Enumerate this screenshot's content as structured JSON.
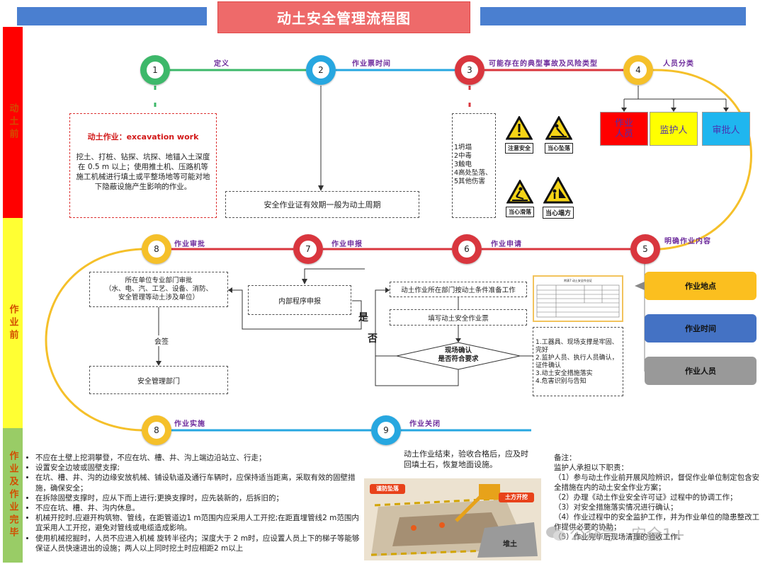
{
  "title": "动土安全管理流程图",
  "phases": {
    "start": "动土前",
    "before": "作业前",
    "during_after": "作业及作业完毕"
  },
  "nodes": {
    "n1": "1",
    "n2": "2",
    "n3": "3",
    "n4": "4",
    "n5": "5",
    "n6": "6",
    "n7": "7",
    "n8a": "8",
    "n8b": "8",
    "n9": "9"
  },
  "step_labels": {
    "define": "定义",
    "permit_time": "作业票时间",
    "risk_types": "可能存在的典型事故及风险类型",
    "personnel": "人员分类",
    "clarify": "明确作业内容",
    "apply": "作业申请",
    "declare": "作业申报",
    "approve": "作业审批",
    "implement": "作业实施",
    "close": "作业关闭"
  },
  "definition": {
    "heading": "动土作业：excavation work",
    "body": "挖土、打桩、钻探、坑探、地锚入土深度在 0.5 m 以上；使用推土机、压路机等施工机械进行填土或平整场地等可能对地下隐蔽设施产生影响的作业。"
  },
  "permit_validity": "安全作业证有效期一般为动土周期",
  "risks": [
    "1坍塌",
    "2中毒",
    "3触电",
    "4高处坠落、",
    "5其他伤害"
  ],
  "signs": {
    "s1": "注意安全",
    "s2": "当心坠落",
    "s3": "当心滑落",
    "s4": "当心塌方"
  },
  "roles": {
    "worker": "作业人员",
    "guardian": "监护人",
    "approver": "审批人"
  },
  "side_tags": {
    "location": "作业地点",
    "time": "作业时间",
    "people": "作业人员"
  },
  "form_title": "附表7  动土安全作业证",
  "flow": {
    "dept_prepare": "动土作业所在部门按动土条件准备工作",
    "fill_ticket": "填写动土安全作业票",
    "decision": "现场确认\n是否符合要求",
    "yes": "是",
    "no": "否",
    "internal": "内部程序申报",
    "unit_review": "所在单位专业部门审批\n（水、电、汽、工艺、设备、消防、\n安全管理等动土涉及单位）",
    "countersign": "会签",
    "safety_dept": "安全管理部门"
  },
  "checklist": [
    "1.工器具、现场支撑是牢固、完好",
    "2.监护人员、执行人员确认，证件确认",
    "3.动土安全措施落实",
    "4.危害识别与告知"
  ],
  "implement_rules": [
    "不应在土壁上挖洞攀登，不应在坑、槽、井、沟上端边沿站立、行走；",
    "设置安全边坡或固壁支撑;",
    "在坑、槽、井、沟的边缘安放机械、铺设轨道及通行车辆时，应保持适当距离，采取有效的固壁措施，确保安全；",
    "在拆除固壁支撑时，应从下而上进行;更换支撑时，应先装新的，后拆旧的；",
    "不应在坑、槽、井、沟内休息。",
    "机械开挖时,应避开构筑物、管线，在距管道边1 m范围内应采用人工开挖;在距直埋管线2 m范围内宜采用人工开挖，避免对管线或电缆造成影响。",
    "使用机械挖掘时，人员不应进入机械 旋转半径内；深度大于 2 m时，应设置人员上下的梯子等能够保证人员快速进出的设施；两人以上同时挖土时应相距2 m以上"
  ],
  "close_text": "动土作业结束，验收合格后，应及时回填土石，恢复地面设施。",
  "photo_labels": {
    "a": "谨防坠落",
    "b": "土方开挖",
    "c": "堆土"
  },
  "notes": {
    "title": "备注：",
    "intro": "监护人承担以下职责：",
    "items": [
      "（1）参与动土作业前开展风险辨识，督促作业单位制定包含安全措施在内的动土安全作业方案；",
      "（2）办理《动土作业安全许可证》过程中的协调工作；",
      "（3）对安全措施落实情况进行确认；",
      "（4）作业过程中的安全监护工作，并为作业单位的隐患整改工作提供必要的协助；",
      "（5）作业完毕后现场清理的验收工作。"
    ]
  },
  "watermark": "公众号 · 安全1+",
  "colors": {
    "accent_blue": "#4a7fd0",
    "title_red": "#ee6a6a",
    "phase_red": "#ff0000",
    "phase_yellow": "#ffff33",
    "phase_green": "#99cc66",
    "node_green": "#3db86a",
    "node_blue": "#27a7e0",
    "node_red": "#d9363e",
    "node_yellow": "#f5c02a",
    "role_red": "#ff0000",
    "role_yellow": "#ffff00",
    "role_cyan": "#1fb6ef",
    "tag_orange": "#fbbf1f",
    "tag_blue": "#4472c4",
    "tag_gray": "#999999"
  }
}
